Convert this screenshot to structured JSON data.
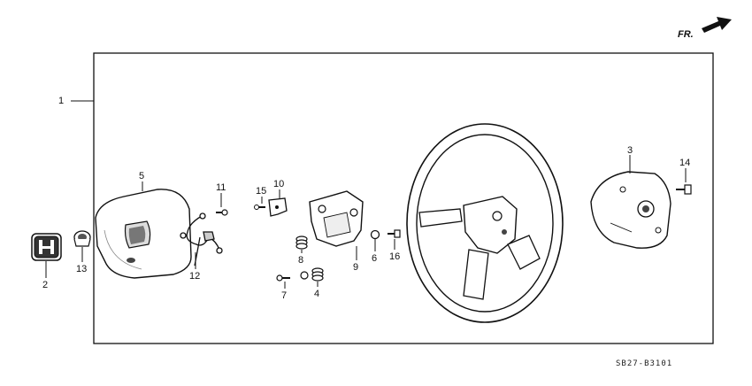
{
  "diagram": {
    "direction_label": "FR.",
    "drawing_code": "SB27-B3101",
    "callouts": [
      "1",
      "2",
      "3",
      "4",
      "5",
      "6",
      "7",
      "8",
      "9",
      "10",
      "11",
      "12",
      "13",
      "14",
      "15",
      "16"
    ]
  }
}
